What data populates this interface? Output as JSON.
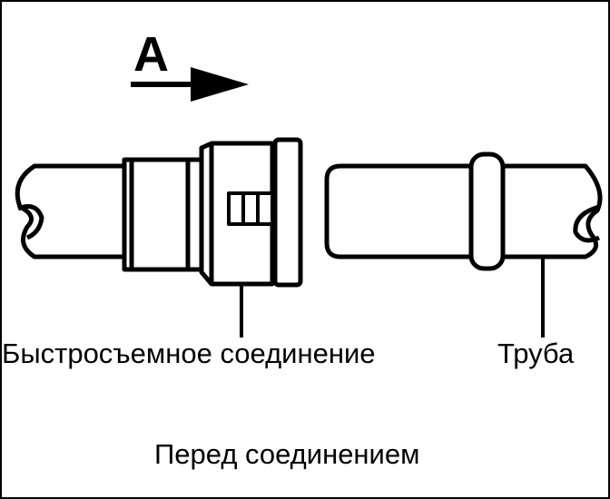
{
  "diagram": {
    "direction_label": "A",
    "labels": {
      "connector": "Быстросъемное соединение",
      "pipe": "Труба"
    },
    "caption": "Перед соединением"
  },
  "colors": {
    "ink": "#000000",
    "paper": "#ffffff"
  }
}
